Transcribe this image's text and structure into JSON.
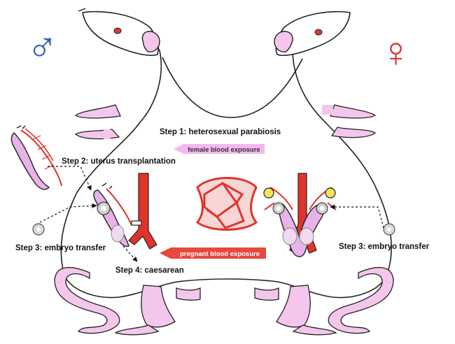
{
  "labels": {
    "step1": "Step 1: heterosexual parabiosis",
    "step2": "Step 2: uterus transplantation",
    "step3_left": "Step 3: embryo transfer",
    "step3_right": "Step 3: embryo transfer",
    "step4": "Step 4: caesarean",
    "female_blood": "female blood exposure",
    "pregnant_blood": "pregnant blood exposure"
  },
  "symbols": {
    "male": "♂",
    "female": "♀"
  },
  "colors": {
    "outline": "#222222",
    "skin_pink": "#f4c6ec",
    "organ_pink": "#e7b3e8",
    "vessel_red": "#e0342b",
    "male_blue": "#2e62b5",
    "female_red": "#d23a3a",
    "female_arrow": "#f3b8ee",
    "pregnant_arrow": "#e5493e",
    "ovary_yellow": "#f2e45c"
  },
  "icons": [
    "male-symbol-icon",
    "female-symbol-icon",
    "embryo-dish-icon",
    "dashed-arrow-icon"
  ]
}
